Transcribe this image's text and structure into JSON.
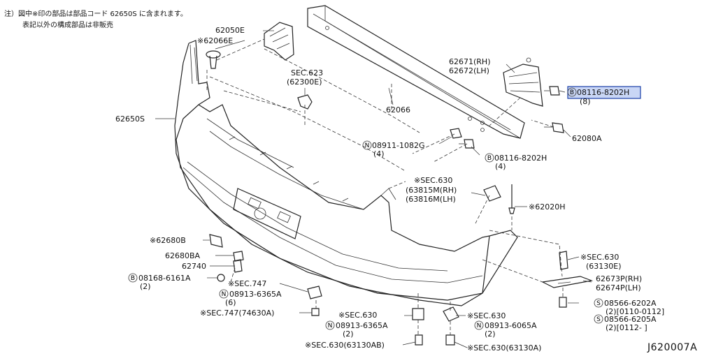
{
  "notes": {
    "line1": "注）図中※印の部品は部品コード 62650S に含まれます。",
    "line2": "表記以外の構成部品は非販売"
  },
  "diagram_code": "J620007A",
  "labels": {
    "p62050E": "62050E",
    "p62066E": "※62066E",
    "sec623": "SEC.623",
    "sec623sub": "(62300E)",
    "p62650S": "62650S",
    "p62066": "62066",
    "p62671": "62671(RH)",
    "p62672": "62672(LH)",
    "b08116a": "08116-8202H",
    "b08116a_qty": "(8)",
    "p62080A": "62080A",
    "n08911": "08911-1082G",
    "n08911_qty": "(4)",
    "b08116b": "08116-8202H",
    "b08116b_qty": "(4)",
    "sec630a": "※SEC.630",
    "sec630a_rh": "(63815M(RH)",
    "sec630a_lh": "(63816M(LH)",
    "p62020H": "※62020H",
    "p62680B": "※62680B",
    "p62680BA": "62680BA",
    "p62740": "62740",
    "b08168": "08168-6161A",
    "b08168_qty": "(2)",
    "sec747": "※SEC.747",
    "n08913a": "08913-6365A",
    "n08913a_qty": "(6)",
    "sec747b": "※SEC.747(74630A)",
    "sec630b": "※SEC.630",
    "n08913b": "08913-6365A",
    "n08913b_qty": "(2)",
    "sec630c": "※SEC.630(63130AB)",
    "sec630d": "※SEC.630",
    "n08913c": "08913-6065A",
    "n08913c_qty": "(2)",
    "sec630e": "※SEC.630(63130A)",
    "sec630f": "※SEC.630",
    "sec630f_sub": "(63130E)",
    "p62673P": "62673P(RH)",
    "p62674P": "62674P(LH)",
    "s08566a": "08566-6202A",
    "s08566a_sub": "(2)[0110-0112]",
    "s08566b": "08566-6205A",
    "s08566b_sub": "(2)[0112-   ]"
  },
  "circles": {
    "b": "B",
    "n": "N",
    "s": "S"
  },
  "highlight_color": "#c9d6f5"
}
